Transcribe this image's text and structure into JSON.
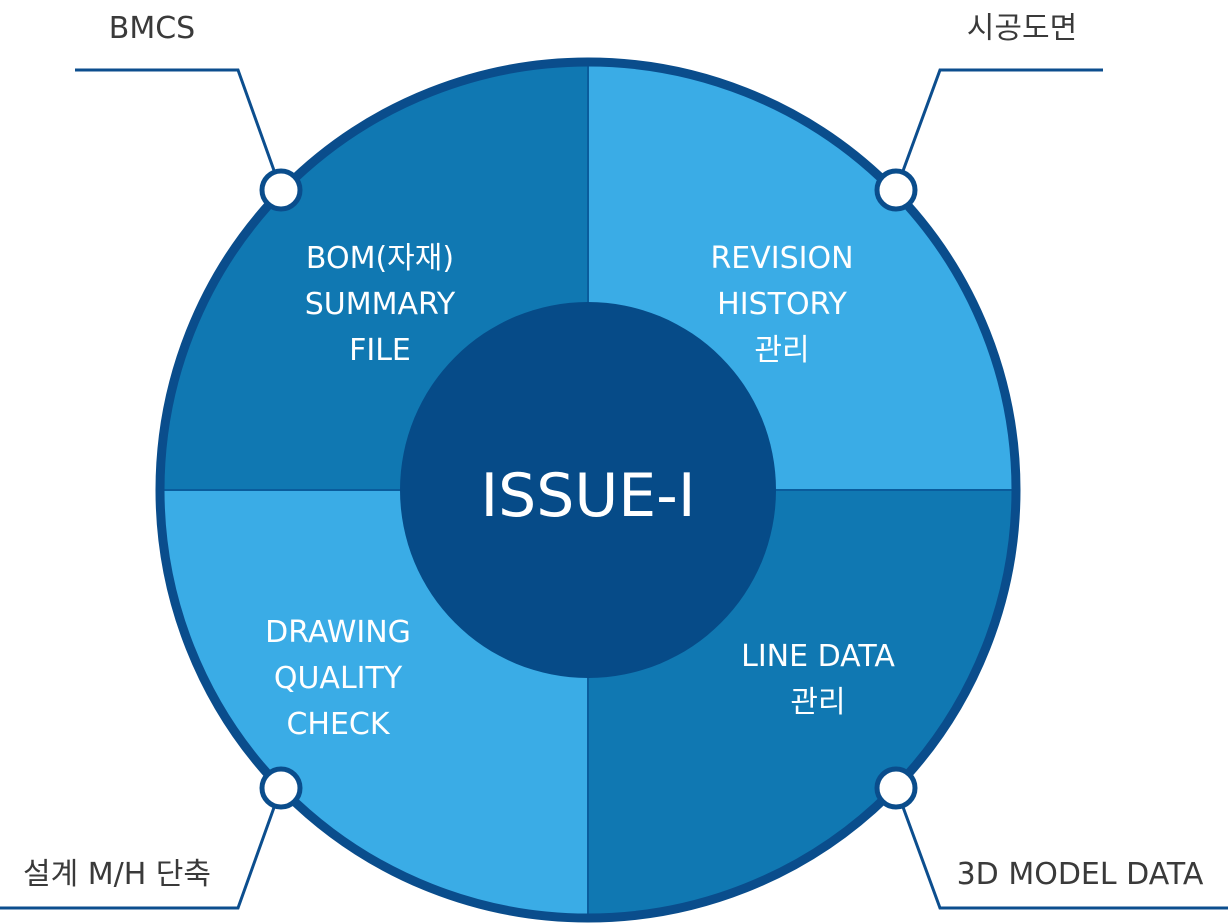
{
  "center": {
    "label": "ISSUE-I"
  },
  "quadrants": {
    "top_left": {
      "lines": [
        "BOM(자재)",
        "SUMMARY",
        "FILE"
      ]
    },
    "top_right": {
      "lines": [
        "REVISION",
        "HISTORY",
        "관리"
      ]
    },
    "bottom_left": {
      "lines": [
        "DRAWING",
        "QUALITY",
        "CHECK"
      ]
    },
    "bottom_right": {
      "lines": [
        "LINE DATA",
        "관리"
      ]
    }
  },
  "corner_labels": {
    "top_left": "BMCS",
    "top_right": "시공도면",
    "bottom_left": "설계 M/H 단축",
    "bottom_right": "3D MODEL DATA"
  },
  "colors": {
    "dark_quadrant": "#1078b2",
    "light_quadrant": "#3aace6",
    "center": "#064b88",
    "outline": "#0a4d8c",
    "line": "#0c4e8e"
  }
}
